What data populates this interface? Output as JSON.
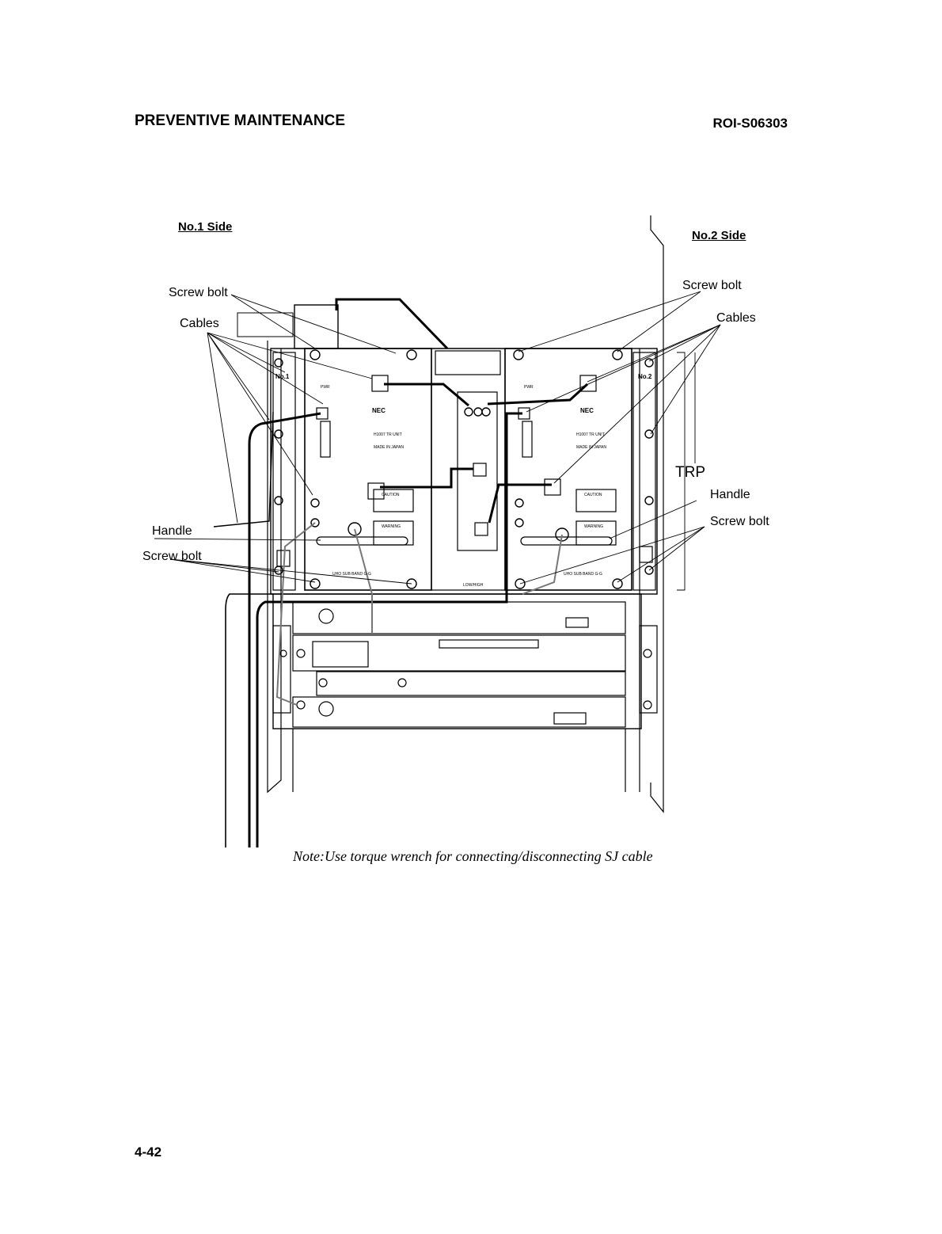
{
  "header": {
    "section": "PREVENTIVE MAINTENANCE",
    "doc_id": "ROI-S06303"
  },
  "figure": {
    "side_left": "No.1 Side",
    "side_right": "No.2 Side",
    "labels_left": {
      "screw_bolt_top": "Screw bolt",
      "cables": "Cables",
      "handle": "Handle",
      "screw_bolt_bottom": "Screw bolt"
    },
    "labels_right": {
      "screw_bolt_top": "Screw bolt",
      "cables": "Cables",
      "trp": "TRP",
      "handle": "Handle",
      "screw_bolt_bottom": "Screw bolt"
    },
    "unit_marks": {
      "no1": "No.1",
      "no2": "No.2",
      "nec": "NEC",
      "pwr": "PWR",
      "tr_unit": "H1007  TR UNIT",
      "made_in_japan": "MADE IN JAPAN",
      "caution": "CAUTION",
      "warning": "WARNING",
      "sub_band": "UHO SUB BAND G-G",
      "low_high": "LOW/HIGH"
    }
  },
  "note": "Note:Use torque wrench for connecting/disconnecting SJ cable",
  "page_number": "4-42"
}
